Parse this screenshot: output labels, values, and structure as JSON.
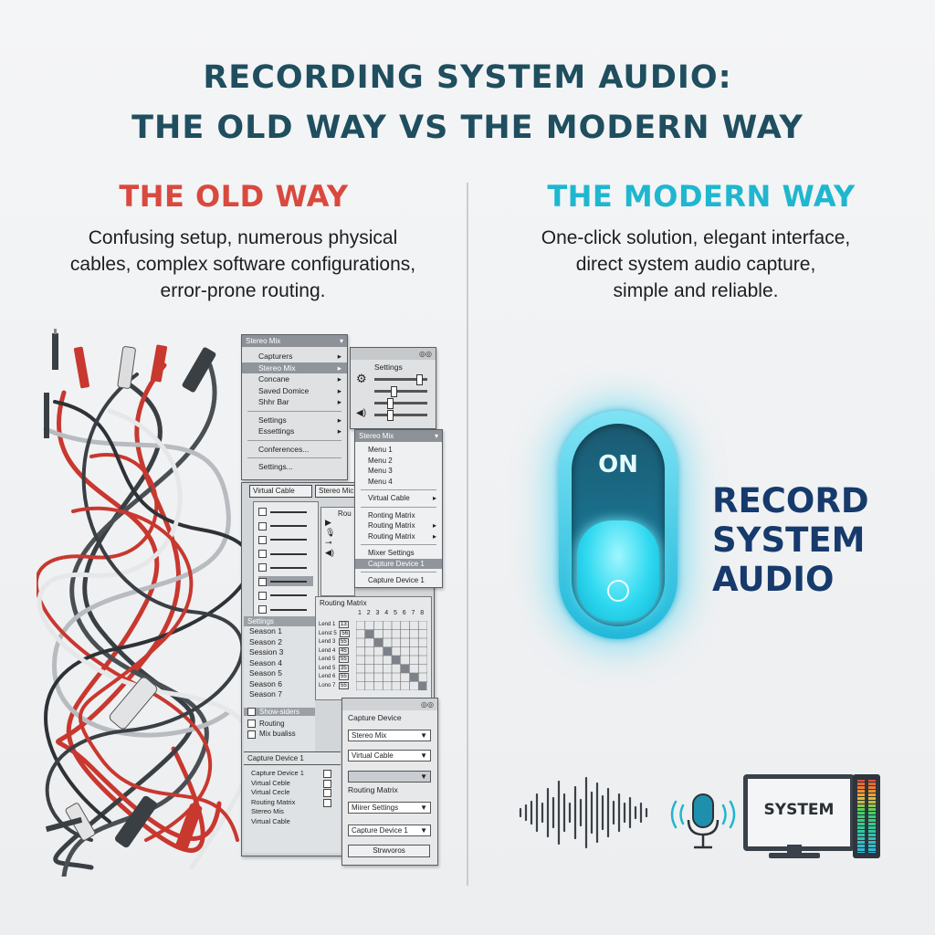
{
  "title": {
    "line1": "RECORDING SYSTEM AUDIO:",
    "line2": "THE OLD WAY VS THE MODERN WAY"
  },
  "colors": {
    "title": "#1f4e5f",
    "old_heading": "#d9493e",
    "modern_heading": "#1fb6cf",
    "record_label": "#163a6c",
    "cable_red": "#c8382f",
    "cable_dark": "#3a3f44"
  },
  "old_way": {
    "heading": "THE OLD WAY",
    "description": [
      "Confusing setup, numerous physical",
      "cables, complex software configurations,",
      "error-prone routing."
    ],
    "icons": [
      "tangled-cables-icon",
      "audio-plug-icon",
      "xlr-connector-icon"
    ],
    "window_main": {
      "title": "Stereo Mix",
      "menu": [
        {
          "label": "Capturers",
          "arrow": "▸"
        },
        {
          "label": "Stereo Mix",
          "arrow": "▸"
        },
        {
          "label": "Concane",
          "arrow": "▸"
        },
        {
          "label": "Saved Domice",
          "arrow": "▸"
        },
        {
          "label": "Shhr Bar",
          "arrow": "▸"
        },
        {
          "label": "Settings",
          "arrow": "▸"
        },
        {
          "label": "Essettings",
          "arrow": "▸"
        },
        {
          "label": "Conferences...",
          "arrow": ""
        },
        {
          "label": "Settings...",
          "arrow": ""
        }
      ]
    },
    "window_settings": {
      "title": "Settings"
    },
    "window_stereo": {
      "title": "Stereo Mix",
      "menu": [
        {
          "label": "Menu 1",
          "arrow": ""
        },
        {
          "label": "Menu 2",
          "arrow": ""
        },
        {
          "label": "Menu 3",
          "arrow": ""
        },
        {
          "label": "Menu 4",
          "arrow": ""
        },
        {
          "label": "Virtual Cable",
          "arrow": "▸"
        },
        {
          "label": "Ronting Matrix",
          "arrow": ""
        },
        {
          "label": "Routing Matrix",
          "arrow": "▸"
        },
        {
          "label": "Routing Matrix",
          "arrow": "▸"
        },
        {
          "label": "Mixer Settings",
          "arrow": ""
        },
        {
          "label": "Capture Device 1",
          "arrow": ""
        },
        {
          "label": "Capture Device 1",
          "arrow": ""
        }
      ]
    },
    "tabs": {
      "virtual_cable": "Virtual Cable",
      "stereo_mic": "Stereo Mic",
      "routing": "Rou"
    },
    "settings_panel": {
      "title": "Settings",
      "sessions": [
        "Season 1",
        "Season 2",
        "Session 3",
        "Season 4",
        "Season 5",
        "Season 6",
        "Season 7"
      ],
      "checkboxes": [
        "Show-siders",
        "Routing",
        "Mix bualiss"
      ]
    },
    "routing_matrix": {
      "title": "Routing Matrix",
      "columns": [
        "1",
        "2",
        "3",
        "4",
        "5",
        "6",
        "7",
        "8"
      ],
      "rows": [
        {
          "label": "Lend 1",
          "value": "13"
        },
        {
          "label": "Lenst 5",
          "value": "56"
        },
        {
          "label": "Lend 3",
          "value": "55"
        },
        {
          "label": "Lend 4",
          "value": "45"
        },
        {
          "label": "Lend 5",
          "value": "55"
        },
        {
          "label": "Lend 5",
          "value": "35"
        },
        {
          "label": "Lend 6",
          "value": "55"
        },
        {
          "label": "Lono 7",
          "value": "55"
        }
      ]
    },
    "capture_device_window": {
      "title": "Capture Device",
      "dropdowns": [
        "Stereo Mix",
        "Virtual Cable",
        ""
      ],
      "routing_label": "Routing Matrix",
      "dropdowns2": [
        "Miirer Settings",
        "Capture Device 1"
      ],
      "button": "Strwvoros"
    },
    "capture_list": {
      "title": "Capture Device 1",
      "items": [
        "Capture Device 1",
        "Virtual Ceble",
        "Virtual Cecle",
        "Routing Matrix",
        "Stereo Mis",
        "Virtual Cable"
      ]
    }
  },
  "modern_way": {
    "heading": "THE MODERN WAY",
    "description": [
      "One-click solution, elegant interface,",
      "direct system audio capture,",
      "simple and reliable."
    ],
    "toggle": {
      "state_label": "ON",
      "is_on": true
    },
    "record_label": [
      "RECORD",
      "SYSTEM",
      "AUDIO"
    ],
    "monitor_label": "SYSTEM",
    "icons": [
      "sound-wave-icon",
      "microphone-icon",
      "monitor-icon",
      "level-meter-icon"
    ]
  }
}
